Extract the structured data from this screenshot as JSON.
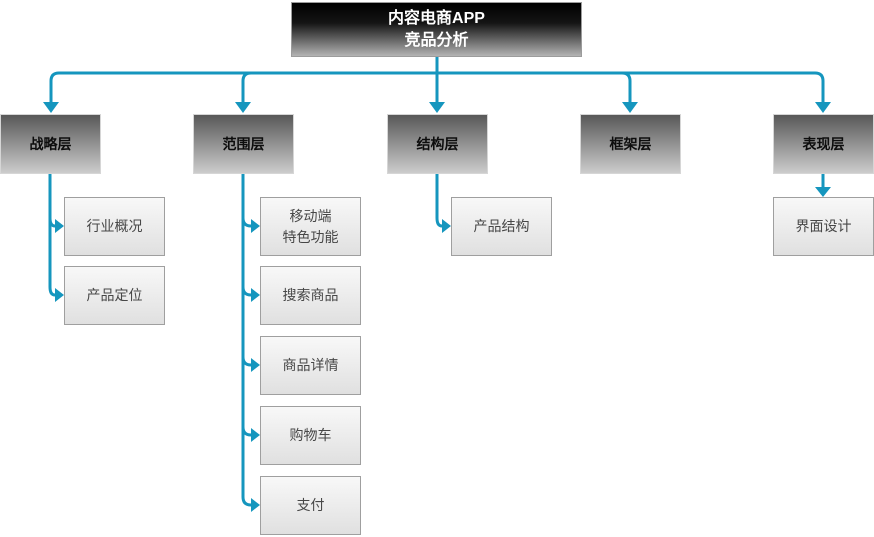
{
  "diagram": {
    "title": "内容电商APP\n竞品分析",
    "branches": [
      {
        "label": "战略层",
        "children": [
          "行业概况",
          "产品定位"
        ]
      },
      {
        "label": "范围层",
        "children": [
          "移动端\n特色功能",
          "搜索商品",
          "商品详情",
          "购物车",
          "支付"
        ]
      },
      {
        "label": "结构层",
        "children": [
          "产品结构"
        ]
      },
      {
        "label": "框架层",
        "children": []
      },
      {
        "label": "表现层",
        "children": [
          "界面设计"
        ]
      }
    ],
    "colors": {
      "connector": "#1596be",
      "root_box_top": "#000000",
      "root_box_bottom": "#b3b3b3",
      "root_text": "#ffffff",
      "level_box_top": "#585858",
      "level_box_bottom": "#cccccc",
      "level_text": "#0d0d0d",
      "leaf_box_top": "#f8f8f8",
      "leaf_box_bottom": "#e0e0e0",
      "leaf_text": "#474747",
      "background": "#ffffff"
    }
  }
}
